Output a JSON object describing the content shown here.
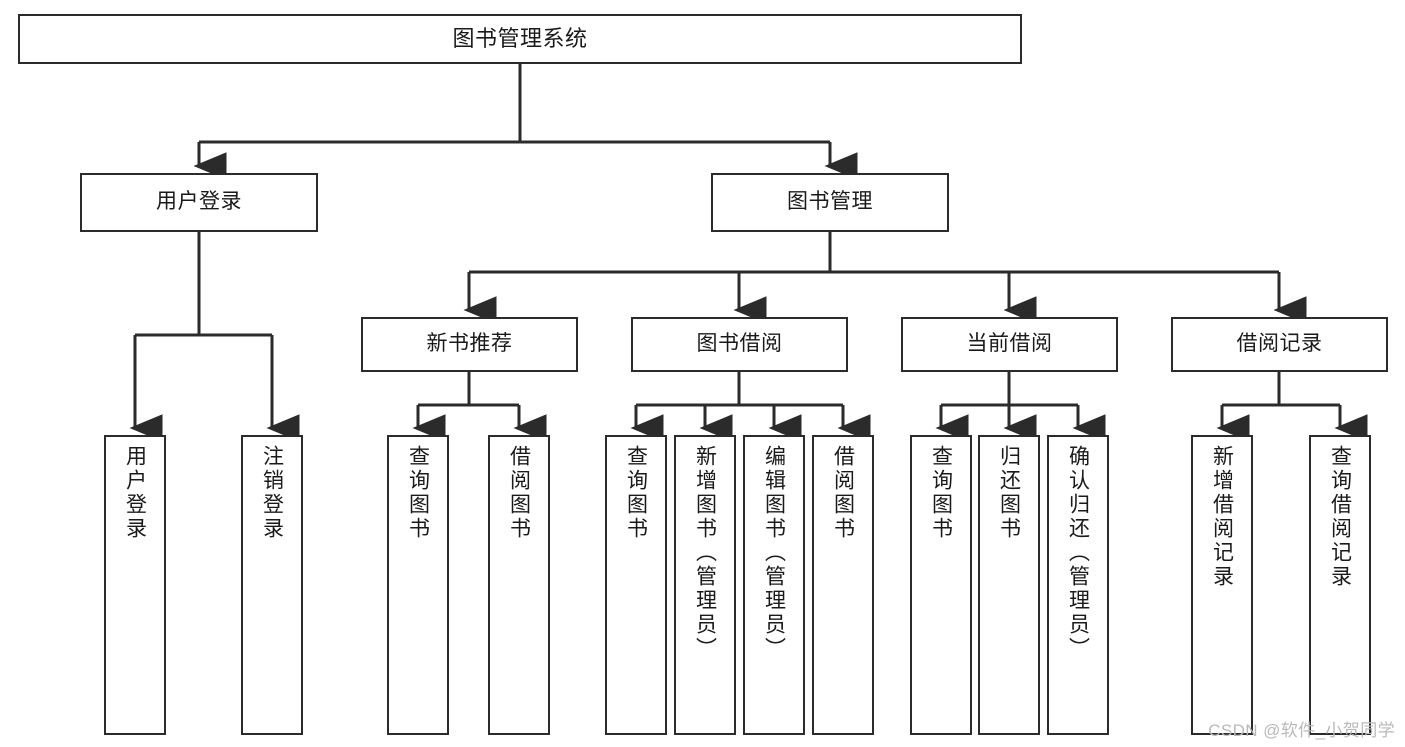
{
  "diagram": {
    "title": "图书管理系统",
    "type": "tree",
    "nodes": {
      "root": {
        "label": "图书管理系统"
      },
      "level2": [
        {
          "id": "user-login",
          "label": "用户登录"
        },
        {
          "id": "book-management",
          "label": "图书管理"
        }
      ],
      "level3": [
        {
          "id": "new-book-recommend",
          "label": "新书推荐"
        },
        {
          "id": "book-borrow",
          "label": "图书借阅"
        },
        {
          "id": "current-borrow",
          "label": "当前借阅"
        },
        {
          "id": "borrow-record",
          "label": "借阅记录"
        }
      ],
      "leaves": {
        "user_login": [
          {
            "id": "leaf-user-login",
            "label": "用户登录"
          },
          {
            "id": "leaf-logout-login",
            "label": "注销登录"
          }
        ],
        "new_book_recommend": [
          {
            "id": "leaf-query-book-1",
            "label": "查询图书"
          },
          {
            "id": "leaf-borrow-book-1",
            "label": "借阅图书"
          }
        ],
        "book_borrow": [
          {
            "id": "leaf-query-book-2",
            "label": "查询图书"
          },
          {
            "id": "leaf-add-book-admin",
            "label": "新增图书（管理员）"
          },
          {
            "id": "leaf-edit-book-admin",
            "label": "编辑图书（管理员）"
          },
          {
            "id": "leaf-borrow-book-2",
            "label": "借阅图书"
          }
        ],
        "current_borrow": [
          {
            "id": "leaf-query-book-3",
            "label": "查询图书"
          },
          {
            "id": "leaf-return-book",
            "label": "归还图书"
          },
          {
            "id": "leaf-confirm-return-admin",
            "label": "确认归还（管理员）"
          }
        ],
        "borrow_record": [
          {
            "id": "leaf-add-borrow-record",
            "label": "新增借阅记录"
          },
          {
            "id": "leaf-query-borrow-record",
            "label": "查询借阅记录"
          }
        ]
      }
    },
    "colors": {
      "stroke": "#2b2b2b",
      "background": "#ffffff",
      "text": "#1a1a1a",
      "watermark": "#b9b9b9"
    }
  },
  "watermark": {
    "text": "CSDN @软件_小贺同学"
  }
}
